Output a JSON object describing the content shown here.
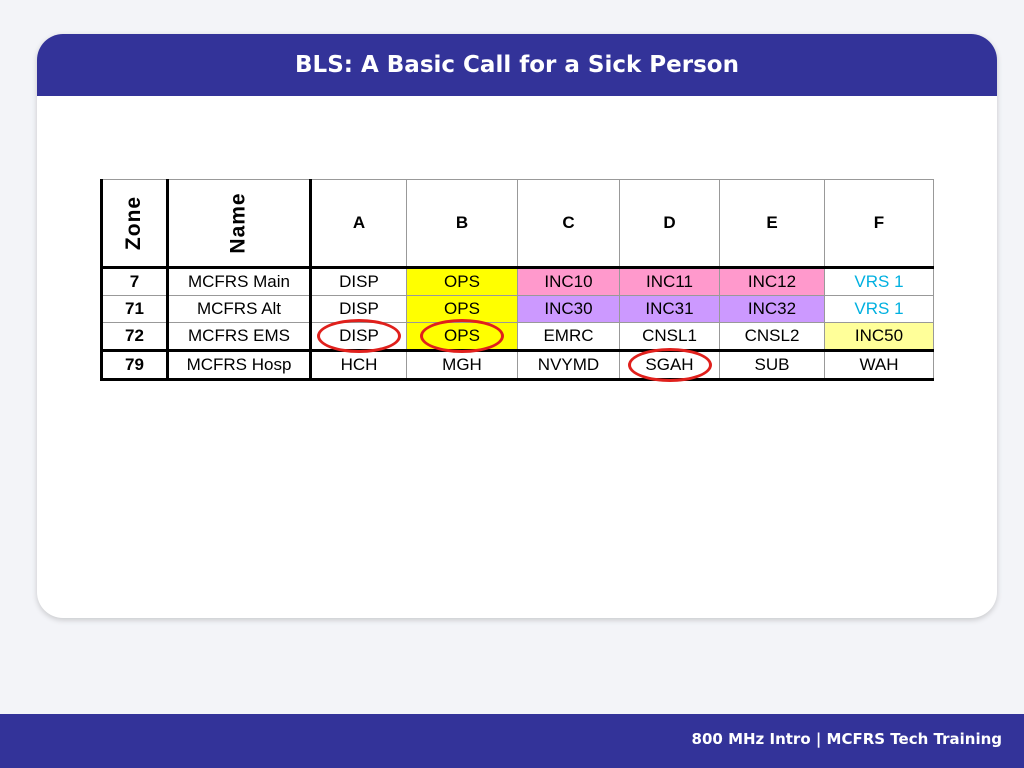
{
  "slide": {
    "title": "BLS: A Basic Call for a Sick Person"
  },
  "footer": {
    "text": "800 MHz Intro | MCFRS Tech Training"
  },
  "colors": {
    "brand": "#333399",
    "yellow": "#ffff00",
    "pink": "#ff99cc",
    "lavender": "#cc99ff",
    "pale_yellow": "#ffff99",
    "cyan_text": "#00b0e0",
    "circle_red": "#e0201c"
  },
  "table": {
    "headers": {
      "zone": "Zone",
      "name": "Name",
      "columns": [
        "A",
        "B",
        "C",
        "D",
        "E",
        "F"
      ]
    },
    "rows": [
      {
        "zone": "7",
        "name": "MCFRS Main",
        "cells": [
          "DISP",
          "OPS",
          "INC10",
          "INC11",
          "INC12",
          "VRS 1"
        ]
      },
      {
        "zone": "71",
        "name": "MCFRS Alt",
        "cells": [
          "DISP",
          "OPS",
          "INC30",
          "INC31",
          "INC32",
          "VRS 1"
        ]
      },
      {
        "zone": "72",
        "name": "MCFRS EMS",
        "cells": [
          "DISP",
          "OPS",
          "EMRC",
          "CNSL1",
          "CNSL2",
          "INC50"
        ]
      },
      {
        "zone": "79",
        "name": "MCFRS Hosp",
        "cells": [
          "HCH",
          "MGH",
          "NVYMD",
          "SGAH",
          "SUB",
          "WAH"
        ]
      }
    ],
    "highlighted_channels": [
      "72 A DISP",
      "72 B OPS",
      "79 D SGAH"
    ]
  }
}
